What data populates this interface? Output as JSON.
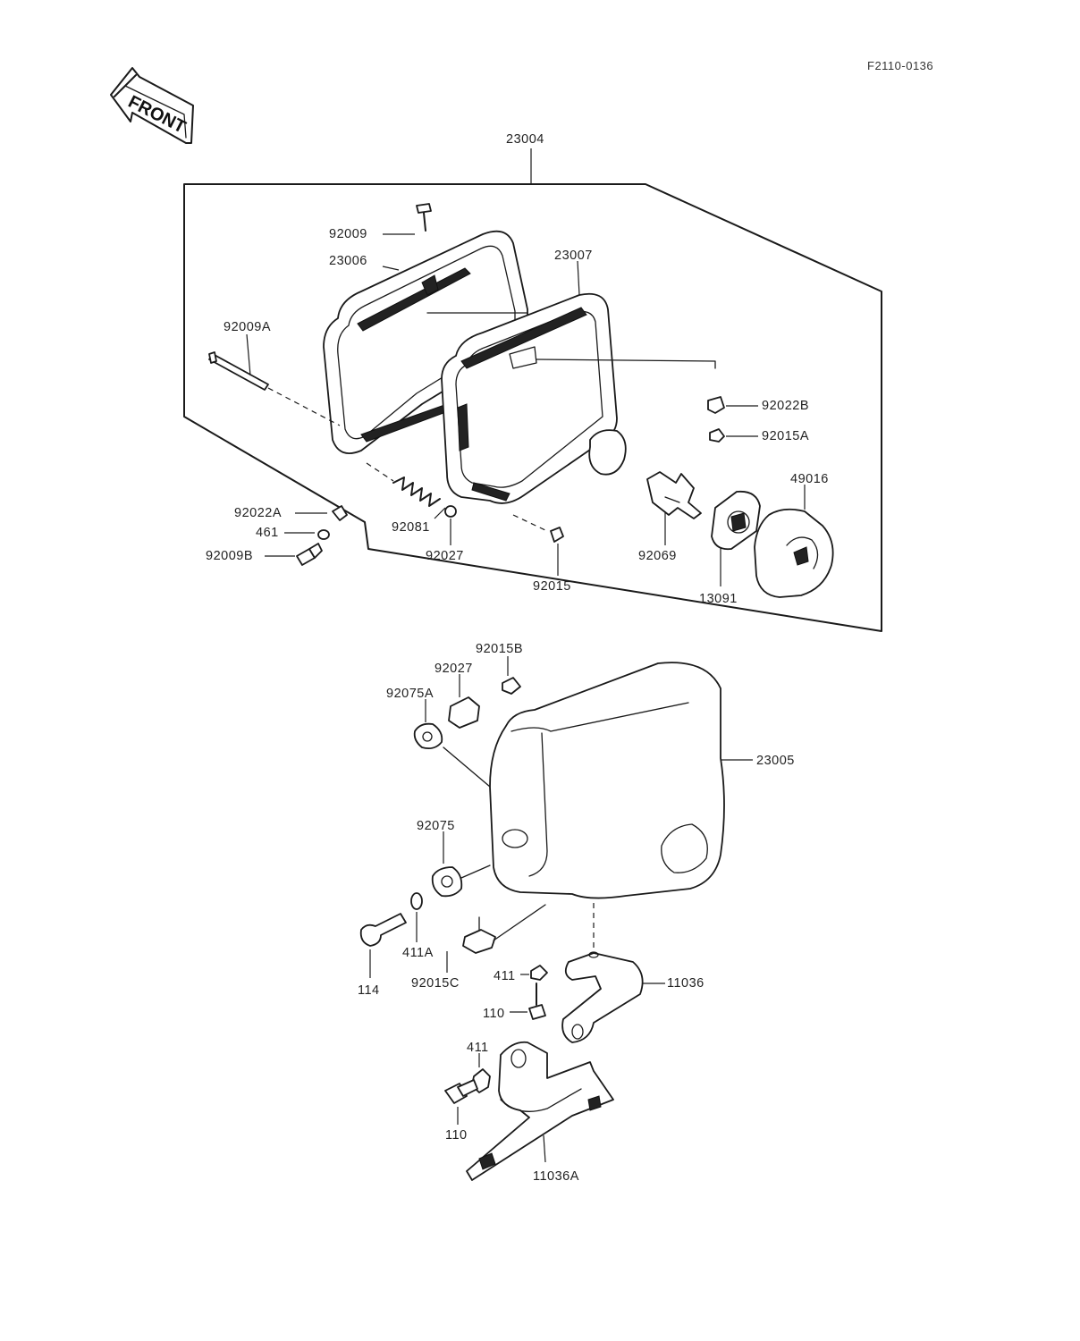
{
  "figure_code": "F2110-0136",
  "front_label": "FRONT",
  "parts": {
    "p23004": "23004",
    "p92009": "92009",
    "p23006": "23006",
    "p23007": "23007",
    "p92009A": "92009A",
    "p92022B": "92022B",
    "p92015A": "92015A",
    "p49016": "49016",
    "p92022A": "92022A",
    "p461": "461",
    "p92081": "92081",
    "p92009B": "92009B",
    "p92027a": "92027",
    "p92069": "92069",
    "p92015": "92015",
    "p13091": "13091",
    "p92015B": "92015B",
    "p92027b": "92027",
    "p92075A": "92075A",
    "p23005": "23005",
    "p92075": "92075",
    "p411A": "411A",
    "p114": "114",
    "p92015C": "92015C",
    "p411a": "411",
    "p110a": "110",
    "p11036": "11036",
    "p411b": "411",
    "p110b": "110",
    "p11036A": "11036A"
  },
  "icons": {
    "front_arrow": "front-arrow-icon"
  }
}
